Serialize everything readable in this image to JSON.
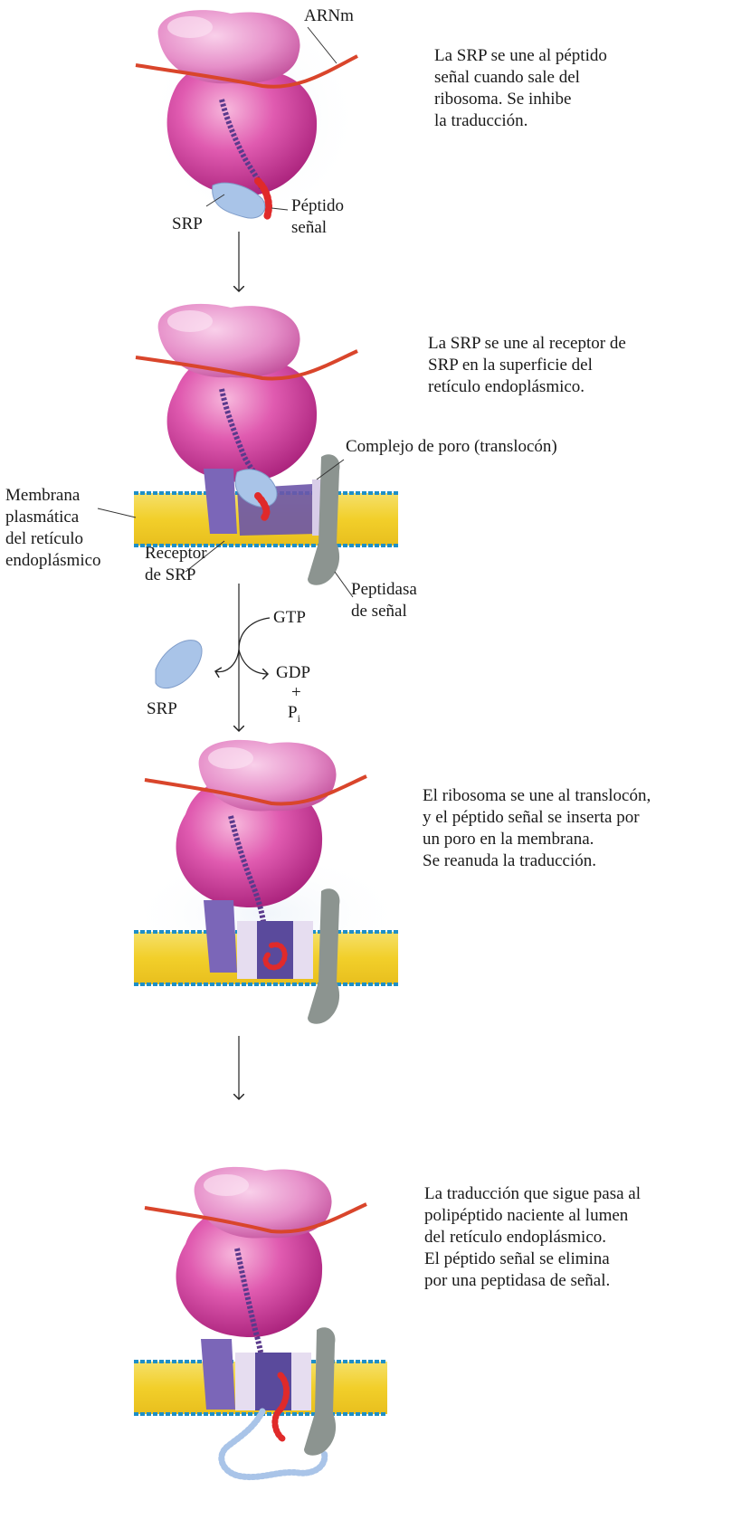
{
  "colors": {
    "ribosome": "#d6409a",
    "ribosome_light": "#ef9ccc",
    "mrna": "#d9452b",
    "polypeptide": "#5a3a8c",
    "signal_peptide": "#e02a2a",
    "srp": "#a9c4e8",
    "membrane_yellow": "#f2d33b",
    "membrane_edge": "#1e8fc7",
    "receptor": "#7b66b8",
    "translocon": "#d8cde8",
    "peptidase": "#8c9490"
  },
  "icons": [
    "ribosome-icon",
    "srp-icon",
    "membrane-icon",
    "translocon-icon",
    "peptidase-icon",
    "arrow-down-icon"
  ],
  "panel1": {
    "label_mrna": "ARNm",
    "label_srp": "SRP",
    "label_signal_peptide": "Péptido señal",
    "description": [
      "La SRP se une al péptido",
      "señal cuando sale del",
      "ribosoma. Se inhibe",
      "la traducción."
    ]
  },
  "panel2": {
    "label_translocon": "Complejo de poro (translocón)",
    "label_membrane": [
      "Membrana",
      "plasmática",
      "del retículo",
      "endoplásmico"
    ],
    "label_receptor": [
      "Receptor",
      "de SRP"
    ],
    "label_peptidase": [
      "Peptidasa",
      "de señal"
    ],
    "description": [
      "La SRP se une al receptor de",
      "SRP en la superficie del",
      "retículo endoplásmico."
    ]
  },
  "release": {
    "gtp": "GTP",
    "gdp": "GDP",
    "plus": "+",
    "pi": "P",
    "pi_sub": "i",
    "srp": "SRP"
  },
  "panel3": {
    "description": [
      "El ribosoma se une al translocón,",
      "y el péptido señal se inserta por",
      "un poro en la membrana.",
      "Se reanuda la traducción."
    ]
  },
  "panel4": {
    "description": [
      "La traducción que sigue pasa al",
      "polipéptido naciente al lumen",
      "del retículo endoplásmico.",
      "El péptido señal se elimina",
      "por una peptidasa de señal."
    ]
  }
}
